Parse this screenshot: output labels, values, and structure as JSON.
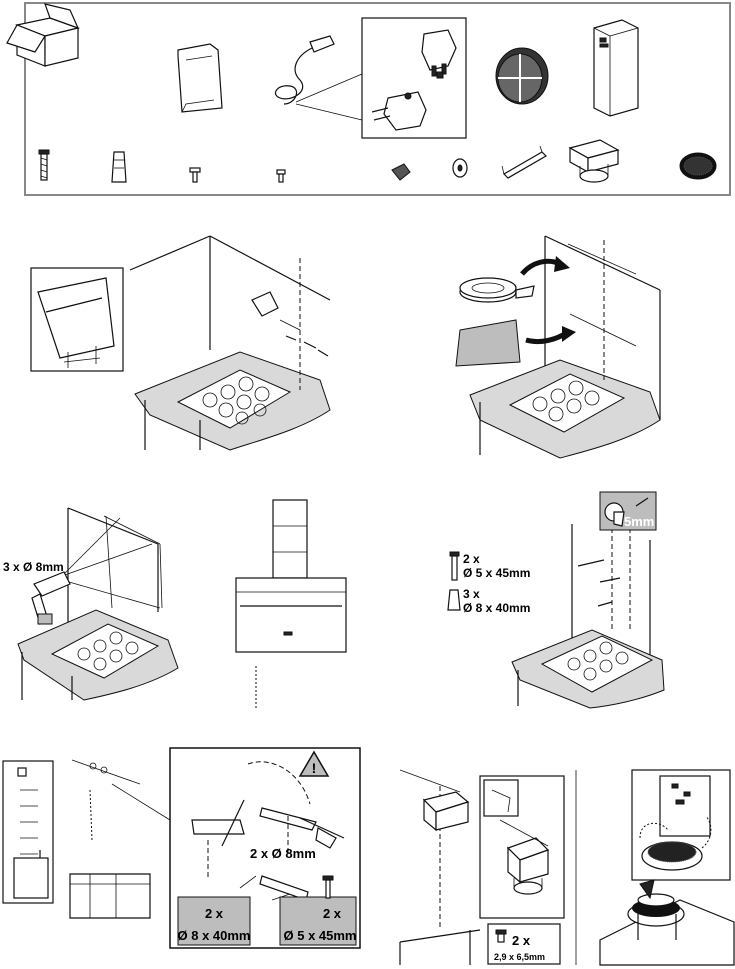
{
  "labels": {
    "step3_drill": "3 x Ø 8mm",
    "step4_screw_qty": "2 x",
    "step4_screw_size": "Ø 5 x 45mm",
    "step4_plug_qty": "3 x",
    "step4_plug_size": "Ø 8 x 40mm",
    "step4_distance": "5mm",
    "step5_drill": "2 x Ø 8mm",
    "step5_plug_qty": "2 x",
    "step5_plug_size": "Ø 8 x 40mm",
    "step5_screw_qty": "2 x",
    "step5_screw_size": "Ø 5 x 45mm",
    "step6_screw_qty": "2 x",
    "step6_screw_size": "2,9 x 6,5mm"
  },
  "warning_symbol": "!",
  "colors": {
    "line": "#111111",
    "panel_border": "#888888",
    "counter": "#d9d9d9",
    "label_box": "#bdbdbd"
  }
}
